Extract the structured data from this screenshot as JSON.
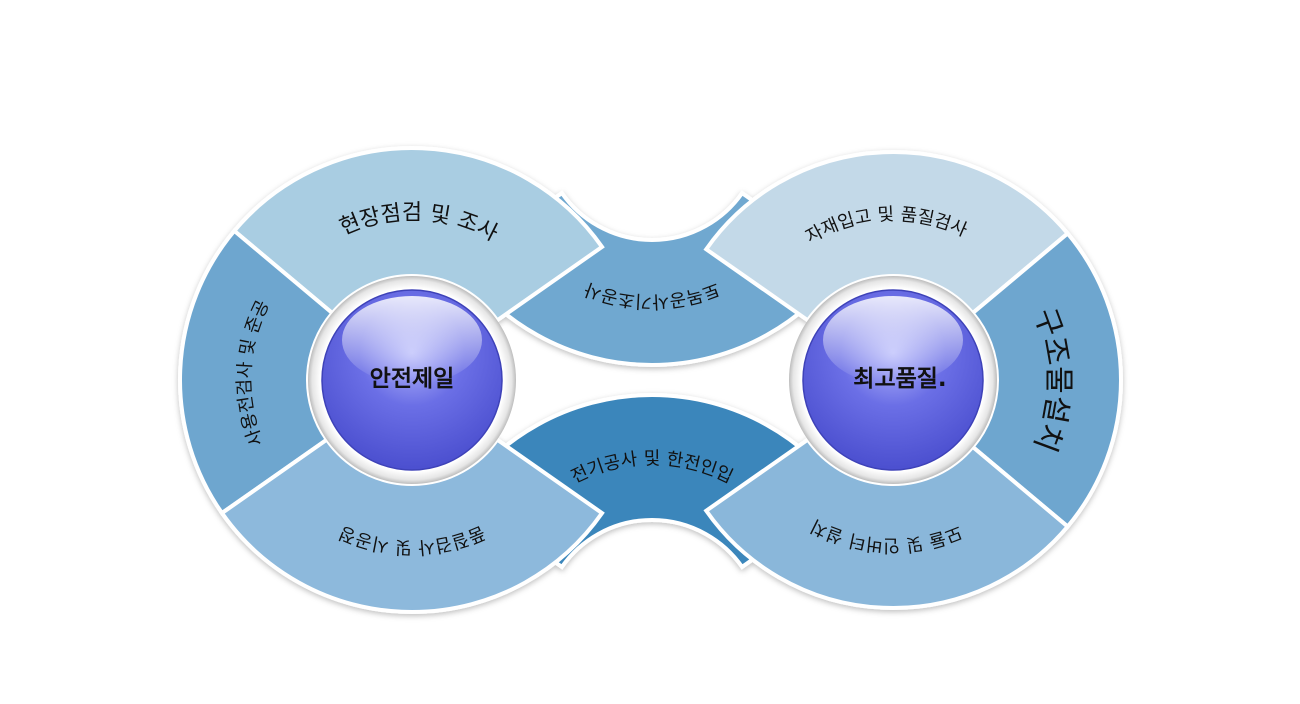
{
  "centers": [
    {
      "label": "안전제일"
    },
    {
      "label": "최고품질."
    }
  ],
  "segments": {
    "left_top": {
      "label": "현장점검 및 조사",
      "color": "#a9cde2"
    },
    "left_side": {
      "label": "사용전검사 및 준공",
      "color": "#6ea6cf"
    },
    "left_bottom": {
      "label": "품질검사 및 시공정",
      "color": "#8db9dc"
    },
    "middle_top": {
      "label": "토목공사기초공사",
      "color": "#6fa8d0"
    },
    "middle_bottom": {
      "label": "전기공사 및 한전인입",
      "color": "#3a86bb"
    },
    "right_top": {
      "label": "자재입고 및 품질검사",
      "color": "#c3d9e8"
    },
    "right_side": {
      "label": "구조물설치",
      "color": "#6ea6cf"
    },
    "right_bottom": {
      "label": "모듈 및 인버터 설치",
      "color": "#8ab7da"
    }
  }
}
